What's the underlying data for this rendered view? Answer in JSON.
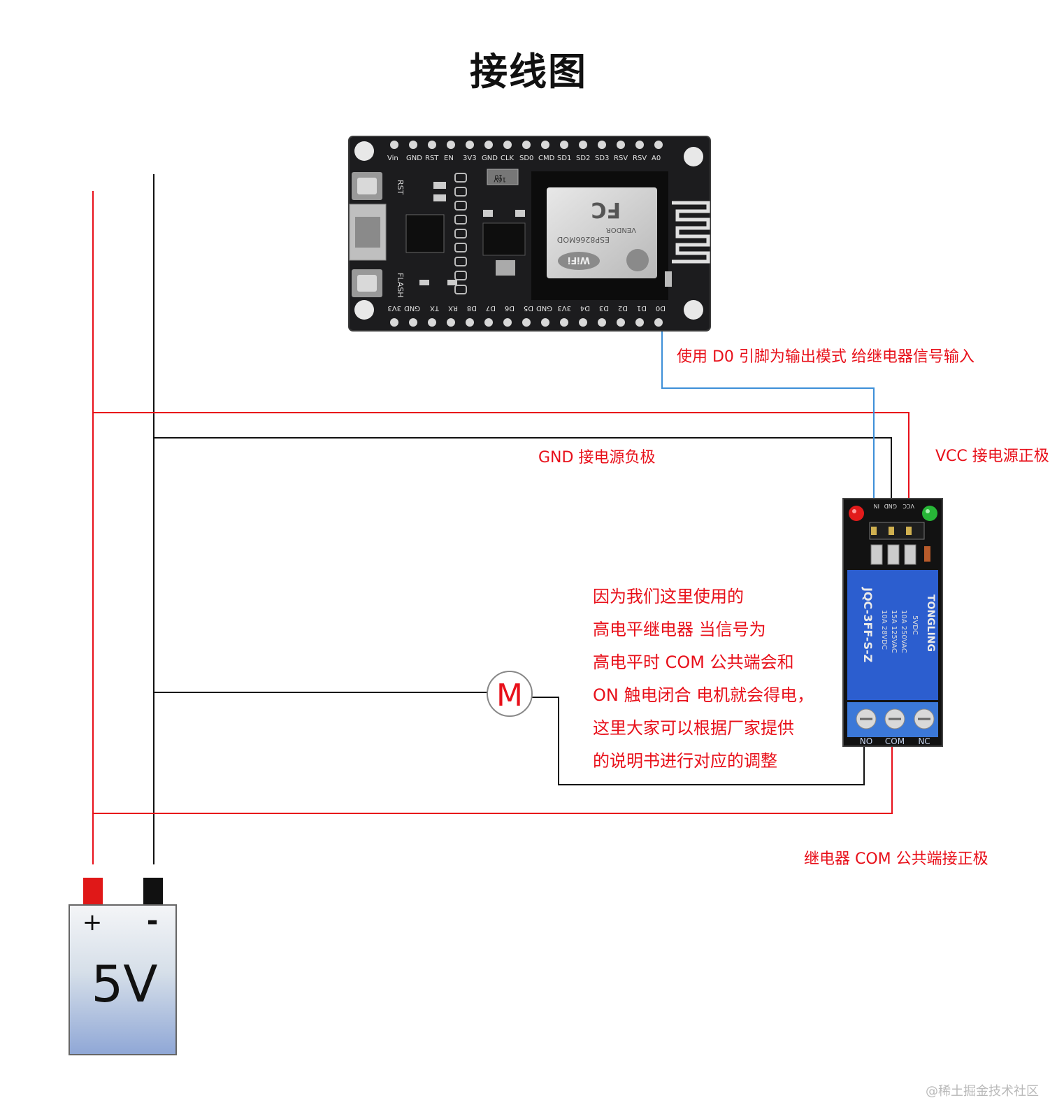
{
  "title": "接线图",
  "labels": {
    "d0_signal": "使用 D0 引脚为输出模式 给继电器信号输入",
    "gnd": "GND 接电源负极",
    "vcc": "VCC 接电源正极",
    "com": "继电器 COM 公共端接正极"
  },
  "note_lines": [
    "因为我们这里使用的",
    "高电平继电器 当信号为",
    "高电平时 COM 公共端会和",
    "ON 触电闭合 电机就会得电，",
    "这里大家可以根据厂家提供",
    "的说明书进行对应的调整"
  ],
  "motor": {
    "label": "M"
  },
  "battery": {
    "voltage": "5V",
    "plus": "+",
    "minus": "-"
  },
  "nodemcu": {
    "top_pins": [
      "Vin",
      "GND",
      "RST",
      "EN",
      "3V3",
      "GND",
      "CLK",
      "SD0",
      "CMD",
      "SD1",
      "SD2",
      "SD3",
      "RSV",
      "RSV",
      "A0"
    ],
    "bottom_pins": [
      "3V3",
      "GND",
      "TX",
      "RX",
      "D8",
      "D7",
      "D6",
      "D5",
      "GND",
      "3V3",
      "D4",
      "D3",
      "D2",
      "D1",
      "D0"
    ],
    "btn_rst": "RST",
    "btn_flash": "FLASH",
    "module_model": "ESP8266MOD",
    "module_vendor": "VENDOR",
    "module_fc": "FC",
    "module_wifi": "WiFi",
    "cap_value": "10",
    "cap_voltage": "16V"
  },
  "relay": {
    "pins": [
      "IN",
      "GND",
      "VCC"
    ],
    "brand": "TONGLING",
    "model": "JQC-3FF-S-Z",
    "spec1": "5VDC",
    "spec2": "10A 250VAC",
    "spec3": "15A 125VAC",
    "spec4": "10A 28VDC",
    "terminals": [
      "NO",
      "COM",
      "NC"
    ]
  },
  "watermark": "@稀土掘金技术社区",
  "colors": {
    "positive_wire": "#e8101a",
    "negative_wire": "#111111",
    "signal_wire": "#3d8fd8",
    "label_text": "#e8101a"
  }
}
